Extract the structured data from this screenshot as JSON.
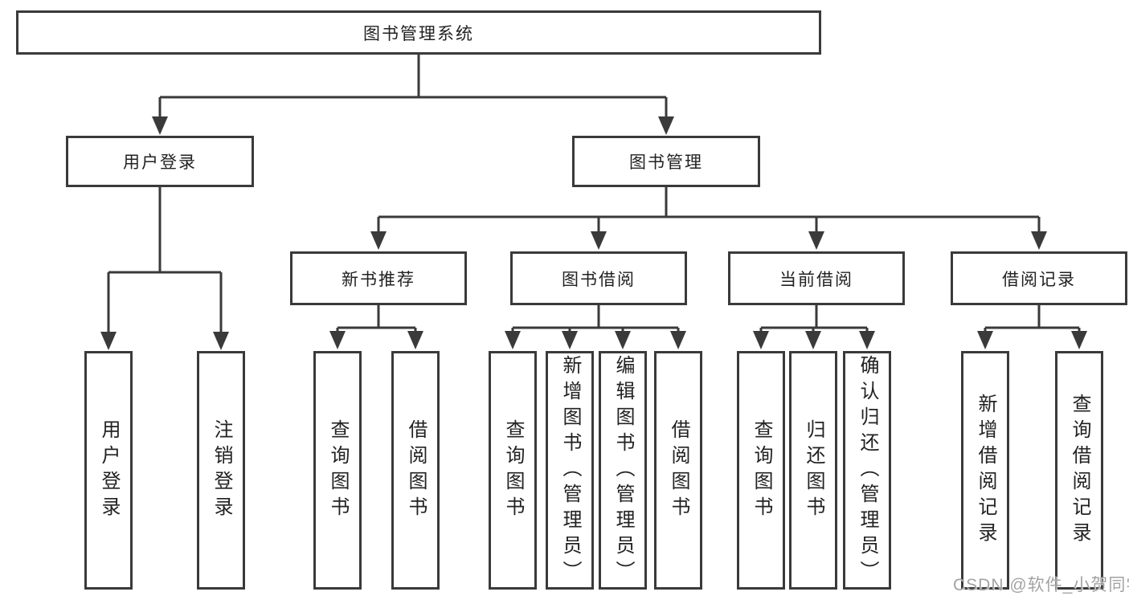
{
  "nodes": {
    "root": "图书管理系统",
    "user_login_group": "用户登录",
    "book_mgmt": "图书管理",
    "new_book_rec": "新书推荐",
    "book_borrow": "图书借阅",
    "current_borrow": "当前借阅",
    "borrow_records": "借阅记录",
    "ul_user_login": "用户登录",
    "ul_logout": "注销登录",
    "nbr_query_books": "查询图书",
    "nbr_borrow_books": "借阅图书",
    "bb_query_books": "查询图书",
    "bb_add_books": "新增图书（管理员）",
    "bb_edit_books": "编辑图书（管理员）",
    "bb_borrow_books": "借阅图书",
    "cb_query_books": "查询图书",
    "cb_return_books": "归还图书",
    "cb_confirm_return": "确认归还（管理员）",
    "br_add_record": "新增借阅记录",
    "br_query_record": "查询借阅记录"
  },
  "watermark": "CSDN @软件_小贺同学",
  "colors": {
    "line": "#3a3a3a",
    "box_fill": "#ffffff",
    "text": "#222222",
    "watermark": "#a3a3a3",
    "background": "#ffffff"
  }
}
